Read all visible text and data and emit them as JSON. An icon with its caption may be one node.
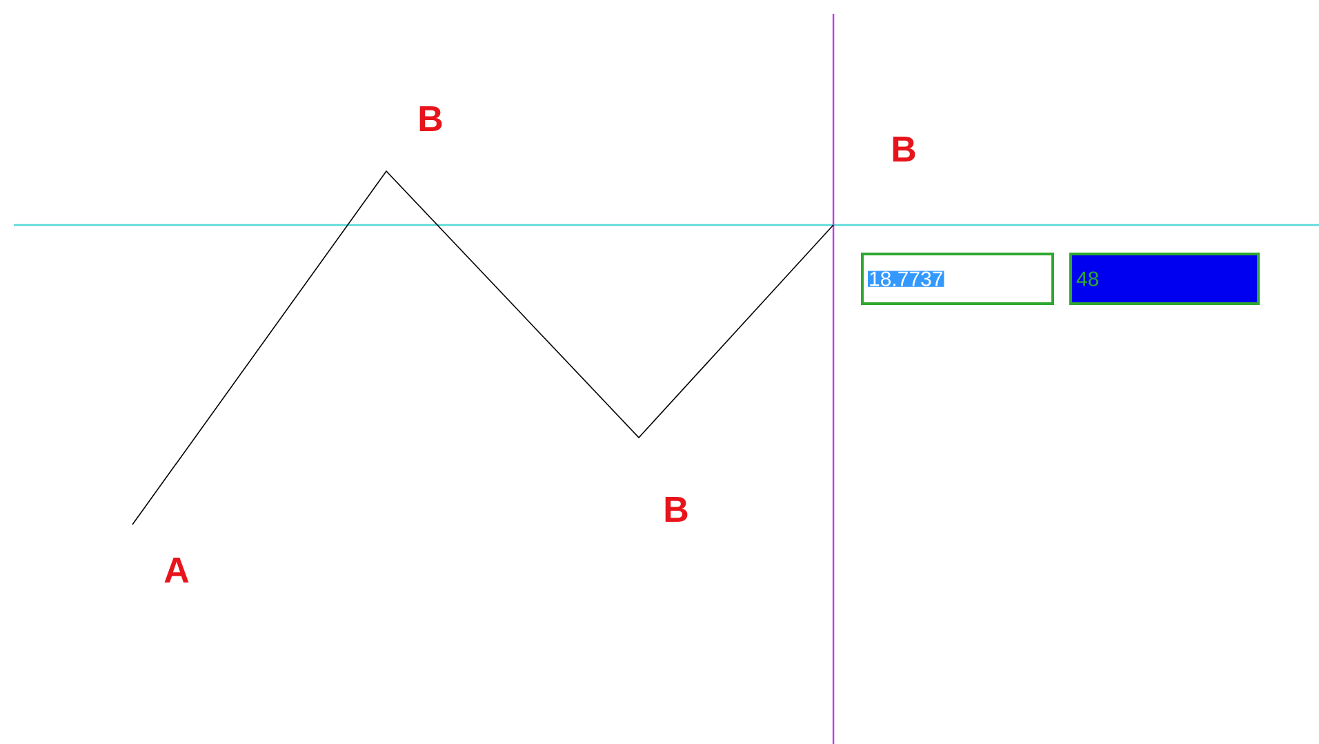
{
  "diagram": {
    "nodes": [
      {
        "text": [
          "18.7737"
        ]
      },
      {
        "text": [
          "48"
        ]
      }
    ],
    "labels": [
      "B",
      "B",
      "B",
      "A"
    ]
  }
}
